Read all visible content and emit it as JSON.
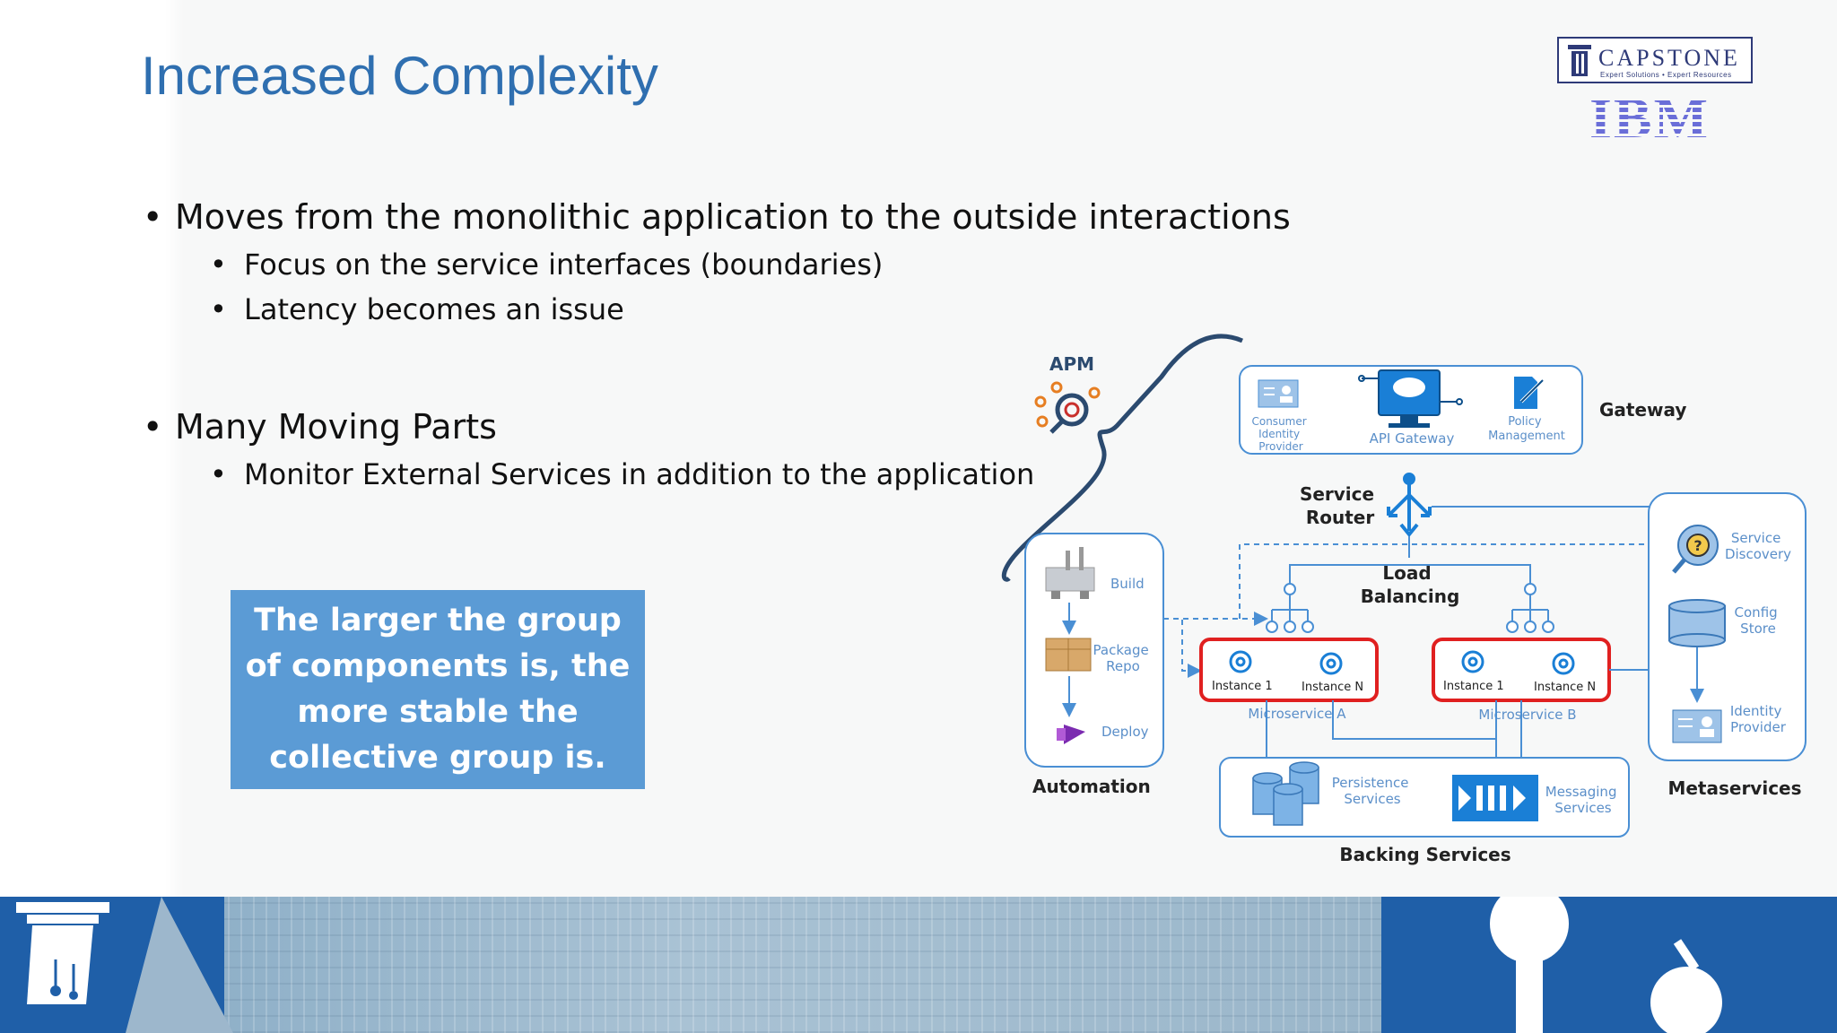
{
  "slide": {
    "title": "Increased Complexity",
    "bullets": [
      {
        "text": "Moves from the monolithic application to the outside interactions",
        "sub": [
          "Focus on the service interfaces (boundaries)",
          "Latency becomes an issue"
        ]
      },
      {
        "text": "Many Moving Parts",
        "sub": [
          "Monitor External Services in addition to the application"
        ]
      }
    ],
    "bullet_char": "•",
    "callout": "The larger the group of components is, the more stable the collective group is."
  },
  "logos": {
    "capstone": "CAPSTONE",
    "capstone_tagline": "Expert Solutions • Expert Resources",
    "ibm": "IBM"
  },
  "diagram": {
    "apm": "APM",
    "gateway": {
      "title": "Gateway",
      "consumer_identity": [
        "Consumer",
        "Identity",
        "Provider"
      ],
      "api_gateway": "API Gateway",
      "policy": [
        "Policy",
        "Management"
      ]
    },
    "service_router": [
      "Service",
      "Router"
    ],
    "load_balancing": [
      "Load",
      "Balancing"
    ],
    "automation": {
      "title": "Automation",
      "build": "Build",
      "package_repo": [
        "Package",
        "Repo"
      ],
      "deploy": "Deploy"
    },
    "microservice_a": {
      "name": "Microservice A",
      "instance_1": "Instance 1",
      "instance_n": "Instance N"
    },
    "microservice_b": {
      "name": "Microservice B",
      "instance_1": "Instance 1",
      "instance_n": "Instance N"
    },
    "backing": {
      "title": "Backing Services",
      "persistence": [
        "Persistence",
        "Services"
      ],
      "messaging": [
        "Messaging",
        "Services"
      ]
    },
    "metaservices": {
      "title": "Metaservices",
      "discovery": [
        "Service",
        "Discovery"
      ],
      "config": [
        "Config",
        "Store"
      ],
      "identity": [
        "Identity",
        "Provider"
      ]
    }
  },
  "colors": {
    "title": "#2f6fb0",
    "callout_bg": "#5b9bd5",
    "diagram_blue": "#4a8fd4",
    "label_blue": "#5b8fc9",
    "instance_border": "#e02020",
    "footer_blue": "#1f5fa8"
  }
}
